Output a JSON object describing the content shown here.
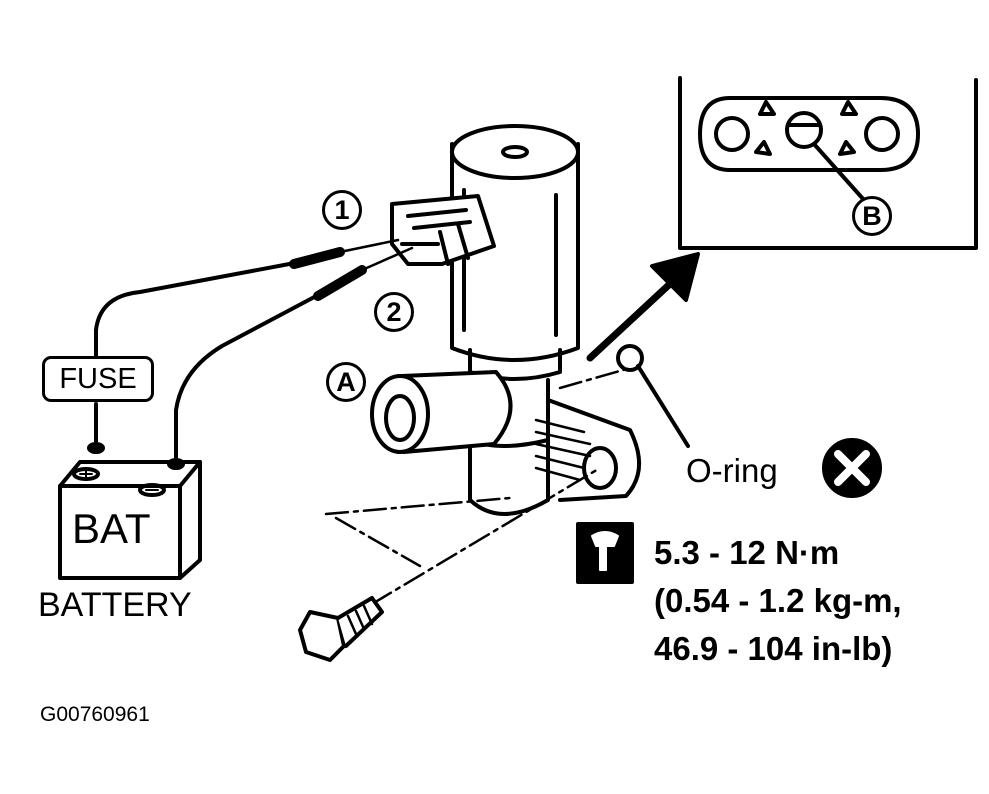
{
  "diagram": {
    "fuse_label": "FUSE",
    "bat_label": "BAT",
    "battery_label": "BATTERY",
    "callouts": {
      "one": "1",
      "two": "2",
      "a": "A",
      "b": "B"
    },
    "oring_label": "O-ring",
    "torque_lines": [
      "5.3 - 12 N·m",
      "(0.54 - 1.2 kg-m,",
      "46.9 - 104 in-lb)"
    ],
    "figure_id": "G00760961"
  },
  "icons": {
    "torque": "torque-wrench-icon",
    "replace": "do-not-reuse-icon",
    "battery_plus": "plus-terminal-icon",
    "battery_minus": "minus-terminal-icon"
  }
}
